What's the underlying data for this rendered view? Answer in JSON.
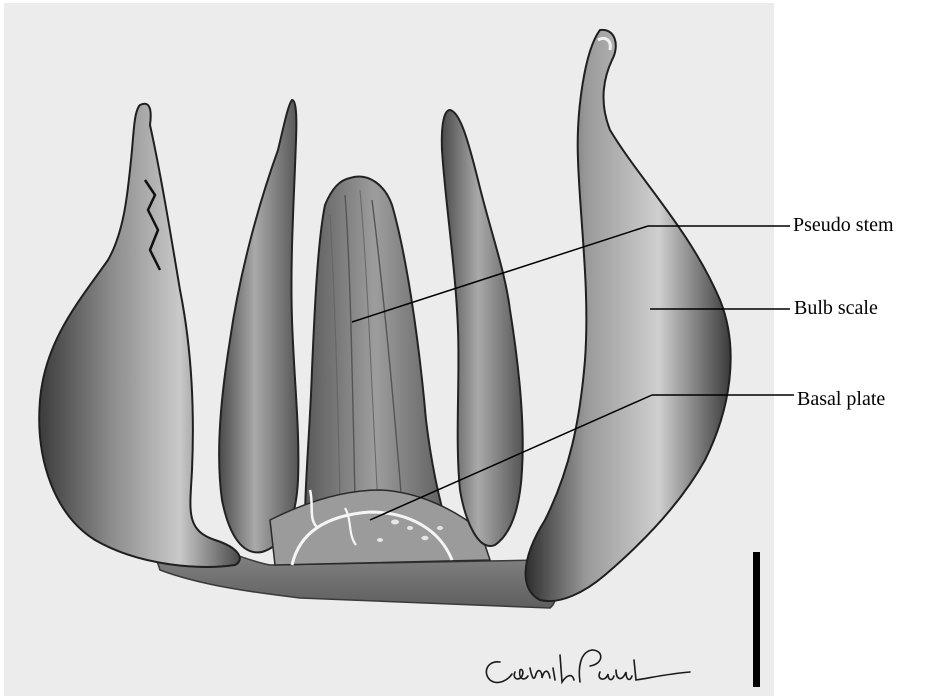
{
  "diagram": {
    "labels": {
      "pseudo_stem": "Pseudo stem",
      "bulb_scale": "Bulb scale",
      "basal_plate": "Basal plate"
    },
    "signature": "Camila Paul"
  },
  "colors": {
    "paper": "#ececec",
    "background": "#ffffff",
    "pencil_dark": "#2a2a2a",
    "pencil_mid": "#6f6f6f",
    "scale_bar": "#000000"
  }
}
